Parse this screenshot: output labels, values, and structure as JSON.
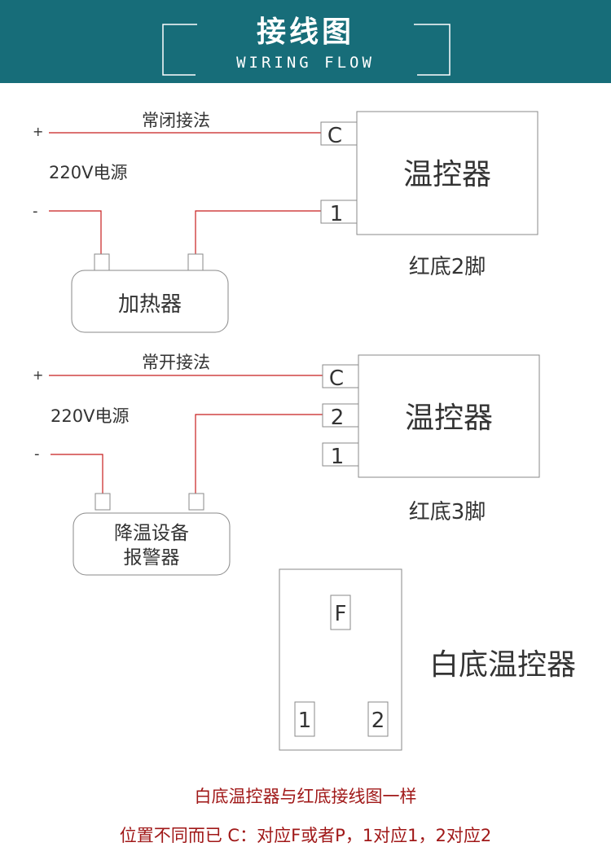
{
  "header": {
    "title": "接线图",
    "subtitle": "WIRING FLOW",
    "background_color": "#176d79"
  },
  "diagram1": {
    "title": "常闭接法",
    "plus": "+",
    "minus": "-",
    "power": "220V电源",
    "terminal_top": "C",
    "terminal_bottom": "1",
    "controller": "温控器",
    "device": "加热器",
    "caption": "红底2脚"
  },
  "diagram2": {
    "title": "常开接法",
    "plus": "+",
    "minus": "-",
    "power": "220V电源",
    "terminal_top": "C",
    "terminal_mid": "2",
    "terminal_bottom": "1",
    "controller": "温控器",
    "device_line1": "降温设备",
    "device_line2": "报警器",
    "caption": "红底3脚"
  },
  "diagram3": {
    "terminal_top": "F",
    "terminal_left": "1",
    "terminal_right": "2",
    "label": "白底温控器"
  },
  "notes": {
    "line1": "白底温控器与红底接线图一样",
    "line2": "位置不同而已 C：对应F或者P，1对应1，2对应2",
    "color": "#a01818"
  },
  "colors": {
    "wire": "#c81e1e",
    "outline": "#8a8a8a"
  }
}
